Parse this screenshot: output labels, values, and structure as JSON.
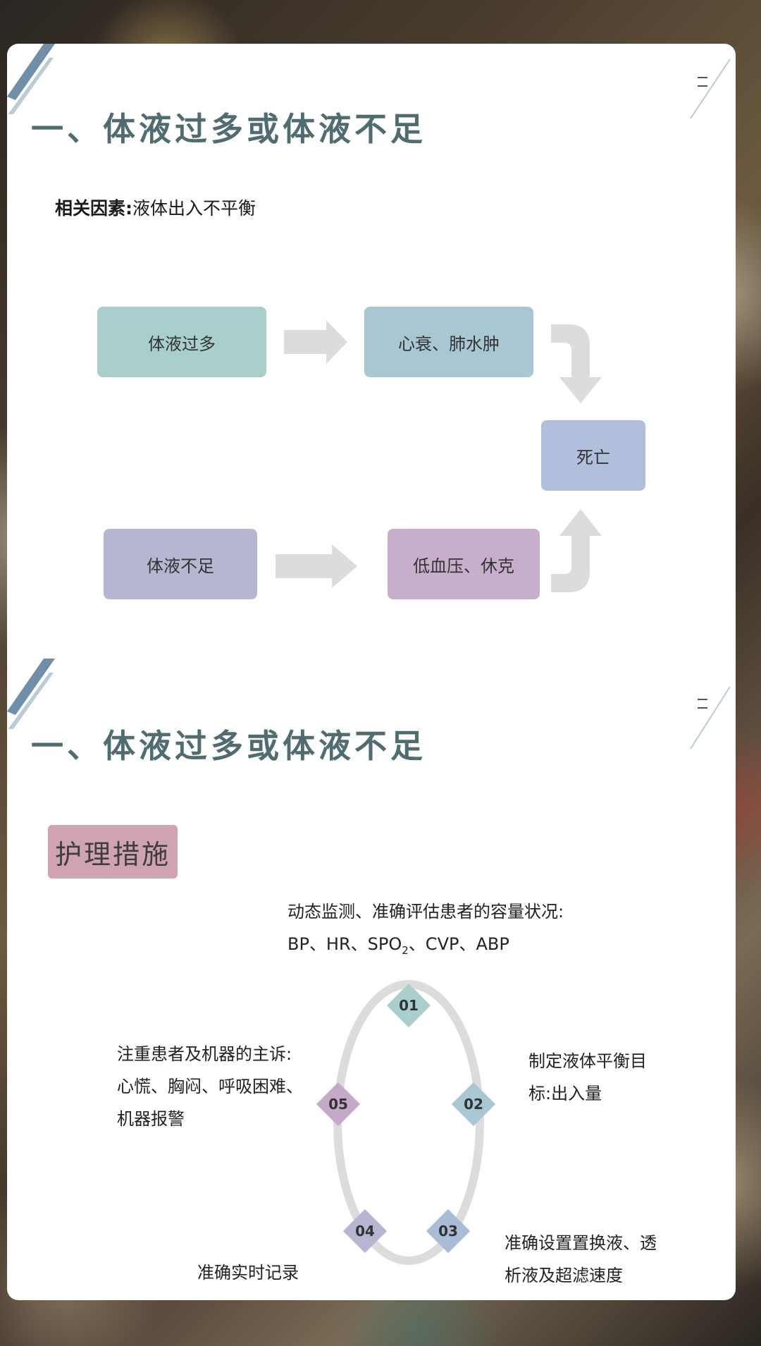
{
  "slide1": {
    "title": "一、体液过多或体液不足",
    "factors_label": "相关因素:",
    "factors_value": "液体出入不平衡",
    "flow": {
      "box1": "体液过多",
      "box2": "心衰、肺水肿",
      "box3": "死亡",
      "box4": "体液不足",
      "box5": "低血压、休克"
    }
  },
  "slide2": {
    "title": "一、体液过多或体液不足",
    "badge": "护理措施",
    "steps": [
      {
        "num": "01",
        "lines": [
          "动态监测、准确评估患者的容量状况:",
          "BP、HR、SPO",
          "2",
          "、CVP、ABP"
        ]
      },
      {
        "num": "02",
        "lines": [
          "制定液体平衡目",
          "标:出入量"
        ]
      },
      {
        "num": "03",
        "lines": [
          "准确设置置换液、透",
          "析液及超滤速度"
        ]
      },
      {
        "num": "04",
        "lines": [
          "准确实时记录"
        ]
      },
      {
        "num": "05",
        "lines": [
          "注重患者及机器的主诉:",
          "心慌、胸闷、呼吸困难、",
          "机器报警"
        ]
      }
    ]
  },
  "colors": {
    "title": "#4f6d70",
    "box_teal": "#a9cfcd",
    "box_blue": "#a9c6d3",
    "box_slate": "#b0c0dc",
    "box_lavender": "#b6b6d2",
    "box_mauve": "#c8aecd",
    "badge": "#cfa3b3",
    "arrow": "#dcdcdc",
    "ring": "#dcdcdc",
    "diamond_01": "#a9cfcd",
    "diamond_02": "#a9c6d3",
    "diamond_03": "#a9bcd8",
    "diamond_04": "#b6b6d2",
    "diamond_05": "#c5a9c9"
  }
}
